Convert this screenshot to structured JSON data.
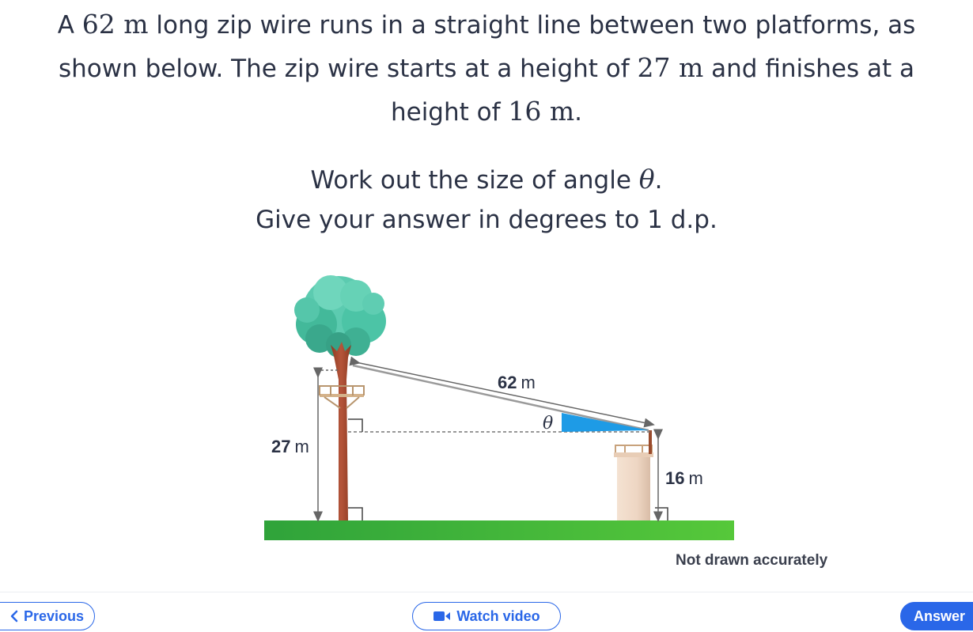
{
  "question": {
    "line1_a": "A ",
    "line1_m1": "62 m",
    "line1_b": " long zip wire runs in a straight line between two platforms, as",
    "line2_a": "shown below. The zip wire starts at a height of ",
    "line2_m": "27 m",
    "line2_b": " and finishes at a",
    "line3_a": "height of ",
    "line3_m": "16 m",
    "line3_b": "."
  },
  "task": {
    "line1_a": "Work out the size of angle ",
    "theta": "θ",
    "line1_b": ".",
    "line2": "Give your answer in degrees to 1 d.p."
  },
  "diagram": {
    "wire_value": "62",
    "wire_unit": "m",
    "start_height_value": "27",
    "start_height_unit": "m",
    "end_height_value": "16",
    "end_height_unit": "m",
    "angle_label": "θ",
    "note": "Not drawn accurately",
    "colors": {
      "grass": "#3fb23a",
      "trunk": "#a9492f",
      "tree": "#4fc9a8",
      "angle": "#1e9be6"
    }
  },
  "nav": {
    "previous_label": "Previous",
    "video_label": "Watch video",
    "answer_label": "Answer"
  },
  "icons": {
    "previous": "chevron-left-icon",
    "video": "video-camera-icon"
  }
}
